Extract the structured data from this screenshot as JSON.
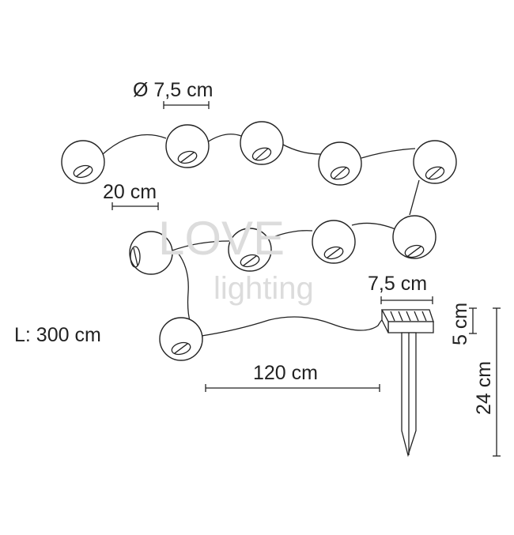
{
  "watermark": {
    "line1": "LOVE",
    "line2": "lighting"
  },
  "dimensions": {
    "bulb_diameter": "Ø 7,5 cm",
    "bulb_spacing": "20 cm",
    "total_length": "L: 300 cm",
    "lead_cable": "120 cm",
    "panel_width": "7,5 cm",
    "panel_height": "5 cm",
    "stake_height": "24 cm"
  },
  "bulb_count": 10
}
